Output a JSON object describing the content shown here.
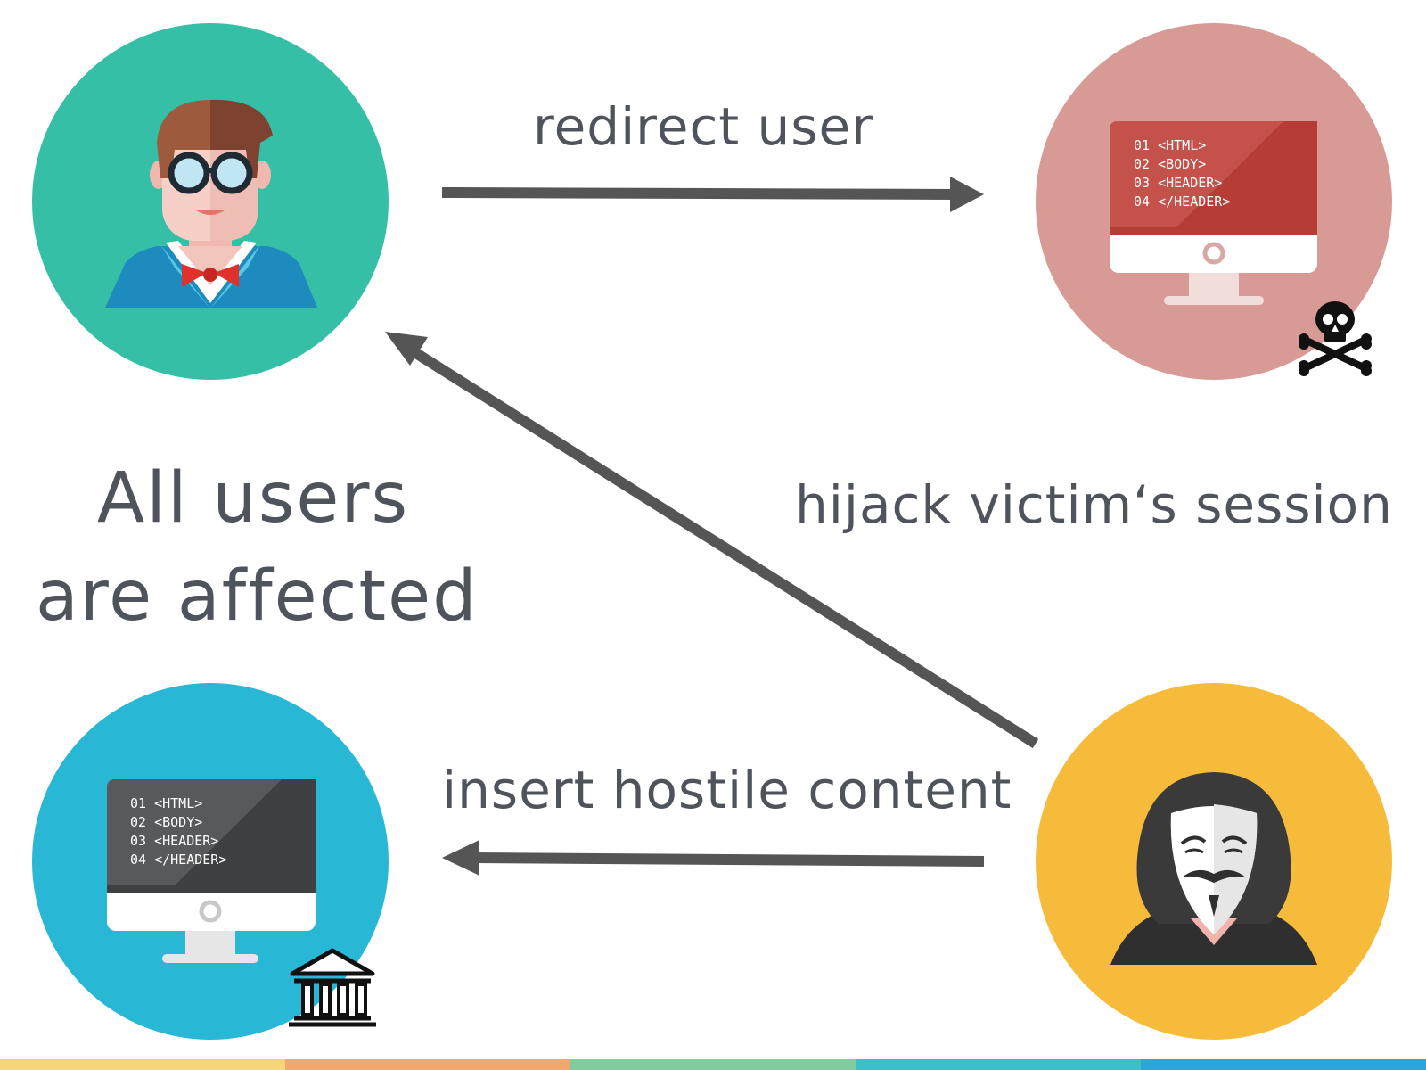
{
  "labels": {
    "redirect": "redirect user",
    "hijack": "hijack victim‘s session",
    "insert": "insert hostile content",
    "all_users_line1": "All users",
    "all_users_line2": "are affected"
  },
  "code_screen_lines": [
    "01 <HTML>",
    "02 <BODY>",
    "03 <HEADER>",
    "04 </HEADER>"
  ],
  "colors": {
    "user_circle": "#35bfa6",
    "malicious_site_circle": "#d89a94",
    "bank_circle": "#28b7d5",
    "attacker_circle": "#f6bb3b",
    "arrow": "#555555",
    "text": "#4f535c",
    "bottom_bar": [
      "#f9d57a",
      "#f2a86d",
      "#7fcc9f",
      "#3bbfc8",
      "#2aa6dc"
    ]
  },
  "icons": {
    "user": "nerd-user-icon",
    "malicious_site": "monitor-icon",
    "danger": "skull-crossbones-icon",
    "bank_site": "monitor-icon",
    "bank": "bank-building-icon",
    "attacker": "hooded-anonymous-mask-icon"
  }
}
